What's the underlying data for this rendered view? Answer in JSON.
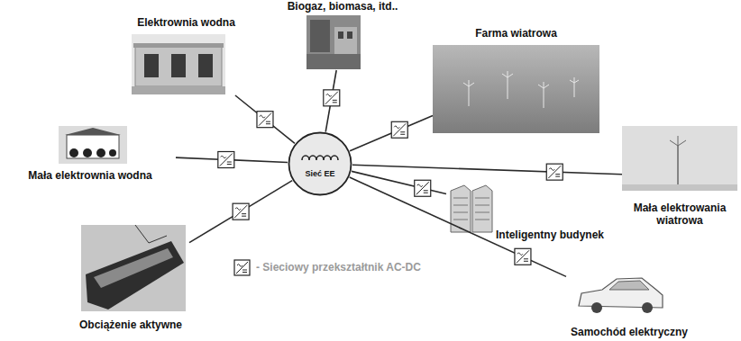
{
  "diagram": {
    "nodes": [
      {
        "text": [
          "Biogaz, biomasa, itd.."
        ]
      },
      {
        "text": [
          "Elektrownia wodna"
        ]
      },
      {
        "text": [
          "Farma wiatrowa"
        ]
      },
      {
        "text": [
          "Mała elektrownia wodna"
        ]
      },
      {
        "text": [
          "Sieć EE"
        ]
      },
      {
        "text": [
          "Mała elektrowania wiatrowa"
        ]
      },
      {
        "text": [
          "Inteligentny budynek"
        ]
      },
      {
        "text": [
          "Obciążenie aktywne"
        ]
      },
      {
        "text": [
          "Samochód elektryczny"
        ]
      }
    ],
    "edges": [
      {
        "from": 4,
        "to": 0,
        "arrow": "none"
      },
      {
        "from": 4,
        "to": 1,
        "arrow": "none"
      },
      {
        "from": 4,
        "to": 2,
        "arrow": "none"
      },
      {
        "from": 4,
        "to": 3,
        "arrow": "none"
      },
      {
        "from": 4,
        "to": 5,
        "arrow": "none"
      },
      {
        "from": 4,
        "to": 6,
        "arrow": "none"
      },
      {
        "from": 4,
        "to": 7,
        "arrow": "none"
      },
      {
        "from": 4,
        "to": 8,
        "arrow": "none"
      }
    ],
    "legend": [
      {
        "text": "- Sieciowy przekształtnik AC-DC"
      }
    ]
  }
}
